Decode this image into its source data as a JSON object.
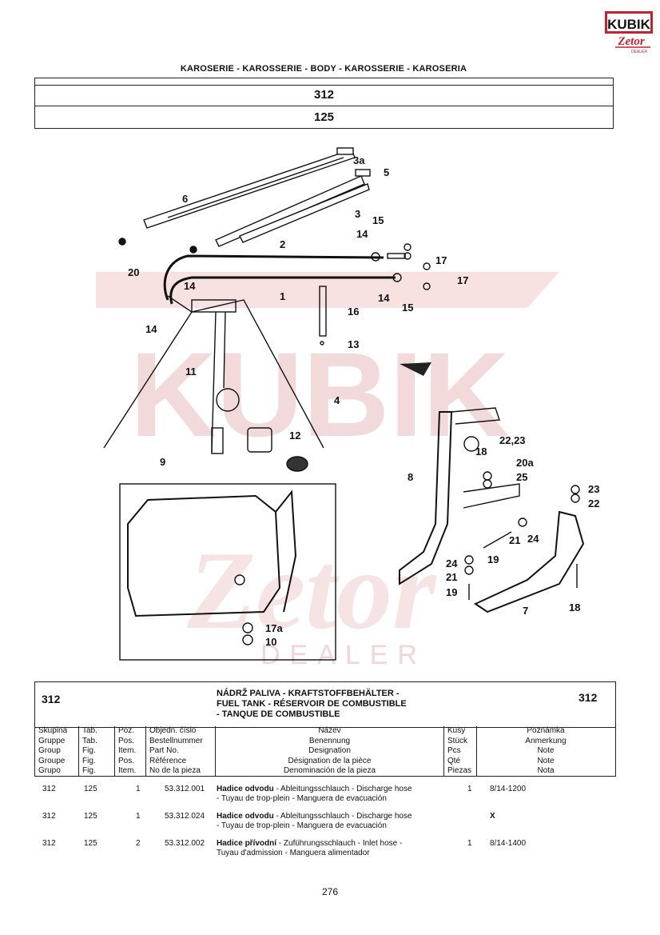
{
  "logo": {
    "top_text": "KUBIK",
    "bottom_text": "Zetor",
    "tagline": "DEALER"
  },
  "section_title": "KAROSERIE - KAROSSERIE - BODY - KAROSSERIE - KAROSERIA",
  "group_code": "312",
  "table_code": "125",
  "figure": {
    "watermark_top": "KUBIK",
    "watermark_bottom": "Zetor",
    "watermark_sub": "DEALER",
    "labels": [
      "6",
      "3a",
      "5",
      "3",
      "15",
      "14",
      "2",
      "17",
      "20",
      "14",
      "1",
      "17",
      "14",
      "15",
      "14",
      "16",
      "13",
      "11",
      "4",
      "12",
      "9",
      "8",
      "22,23",
      "18",
      "20a",
      "25",
      "23",
      "22",
      "21",
      "24",
      "19",
      "24",
      "21",
      "19",
      "7",
      "18",
      "17a",
      "10"
    ]
  },
  "group": {
    "left_code": "312",
    "right_code": "312",
    "name_lines": [
      "NÁDRŽ PALIVA - KRAFTSTOFFBEHÄLTER -",
      "FUEL TANK - RÉSERVOIR DE COMBUSTIBLE",
      "- TANQUE DE COMBUSTIBLE"
    ]
  },
  "columns": {
    "skupina": [
      "Skupina",
      "Gruppe",
      "Group",
      "Groupe",
      "Grupo"
    ],
    "tab": [
      "Tab.",
      "Tab.",
      "Fig.",
      "Fig.",
      "Fig."
    ],
    "poz": [
      "Poz.",
      "Pos.",
      "Item.",
      "Pos.",
      "Item."
    ],
    "cislo": [
      "Objedn. číslo",
      "Bestellnummer",
      "Part No.",
      "Référence",
      "No de la pieza"
    ],
    "nazev": [
      "Název",
      "Benennung",
      "Designation",
      "Désignation de la pièce",
      "Denominación de la pieza"
    ],
    "kusy": [
      "Kusy",
      "Stück",
      "Pcs",
      "Qté",
      "Piezas"
    ],
    "poznamka": [
      "Poznámka",
      "Anmerkung",
      "Note",
      "Note",
      "Nota"
    ]
  },
  "rows": [
    {
      "group": "312",
      "tab": "125",
      "item": "1",
      "part": "53.312.001",
      "name_bold": "Hadice odvodu",
      "name_rest": " - Ableitungsschlauch - Discharge hose",
      "name_line2": "- Tuyau de trop-plein - Manguera de evacuación",
      "qty": "1",
      "note": "8/14-1200"
    },
    {
      "group": "312",
      "tab": "125",
      "item": "1",
      "part": "53.312.024",
      "name_bold": "Hadice odvodu",
      "name_rest": " - Ableitungsschlauch - Discharge hose",
      "name_line2": "- Tuyau de trop-plein - Manguera de evacuación",
      "qty": "",
      "note": "X"
    },
    {
      "group": "312",
      "tab": "125",
      "item": "2",
      "part": "53.312.002",
      "name_bold": "Hadice přívodní",
      "name_rest": " - Zuführungsschlauch - Inlet hose -",
      "name_line2": "Tuyau d'admission - Manguera alimentador",
      "qty": "1",
      "note": "8/14-1400"
    }
  ],
  "page_number": "276",
  "colors": {
    "logo_red": "#c8202e",
    "watermark": "#f3d3d3",
    "line": "#222222"
  }
}
